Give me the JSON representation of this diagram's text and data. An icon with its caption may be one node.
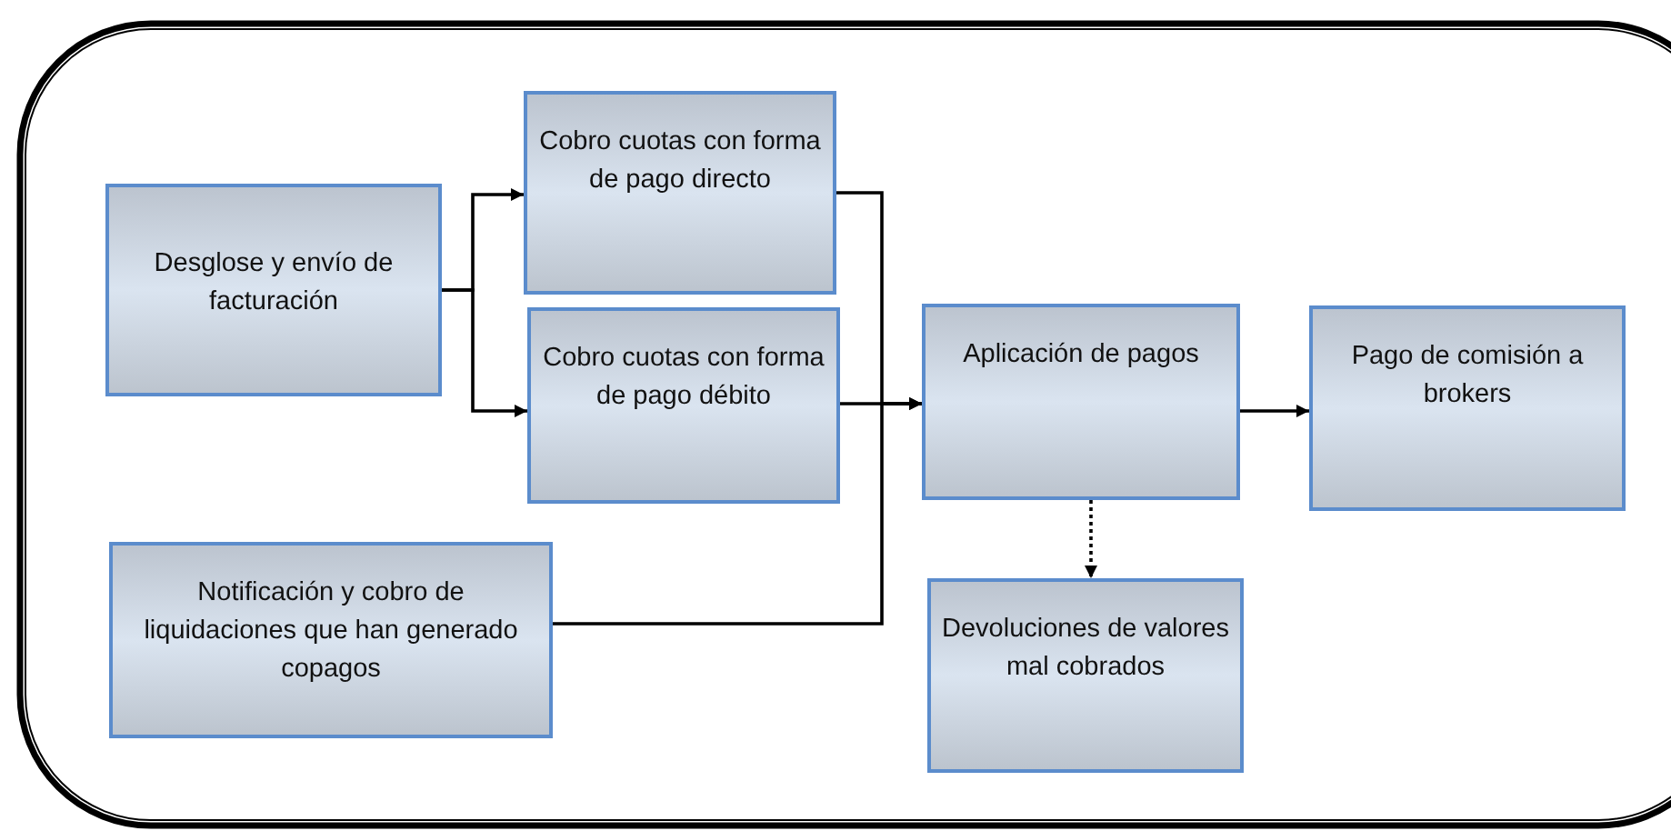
{
  "diagram": {
    "nodes": [
      {
        "text": [
          "Desglose y envío de facturación"
        ]
      },
      {
        "text": [
          "Cobro cuotas con forma de pago directo"
        ]
      },
      {
        "text": [
          "Cobro cuotas con forma de pago débito"
        ]
      },
      {
        "text": [
          "Notificación y cobro de liquidaciones que han generado copagos"
        ]
      },
      {
        "text": [
          "Aplicación de pagos"
        ]
      },
      {
        "text": [
          "Pago de comisión a brokers"
        ]
      },
      {
        "text": [
          "Devoluciones de valores mal cobrados"
        ]
      }
    ],
    "edges": [
      {
        "from": 0,
        "to": 1,
        "arrow": "to"
      },
      {
        "from": 0,
        "to": 2,
        "arrow": "to"
      },
      {
        "from": 1,
        "to": 4,
        "arrow": "to"
      },
      {
        "from": 2,
        "to": 4,
        "arrow": "to"
      },
      {
        "from": 3,
        "to": 4,
        "arrow": "to"
      },
      {
        "from": 4,
        "to": 5,
        "arrow": "to"
      },
      {
        "from": 4,
        "to": 6,
        "arrow": "to",
        "style": "dashed"
      }
    ]
  }
}
